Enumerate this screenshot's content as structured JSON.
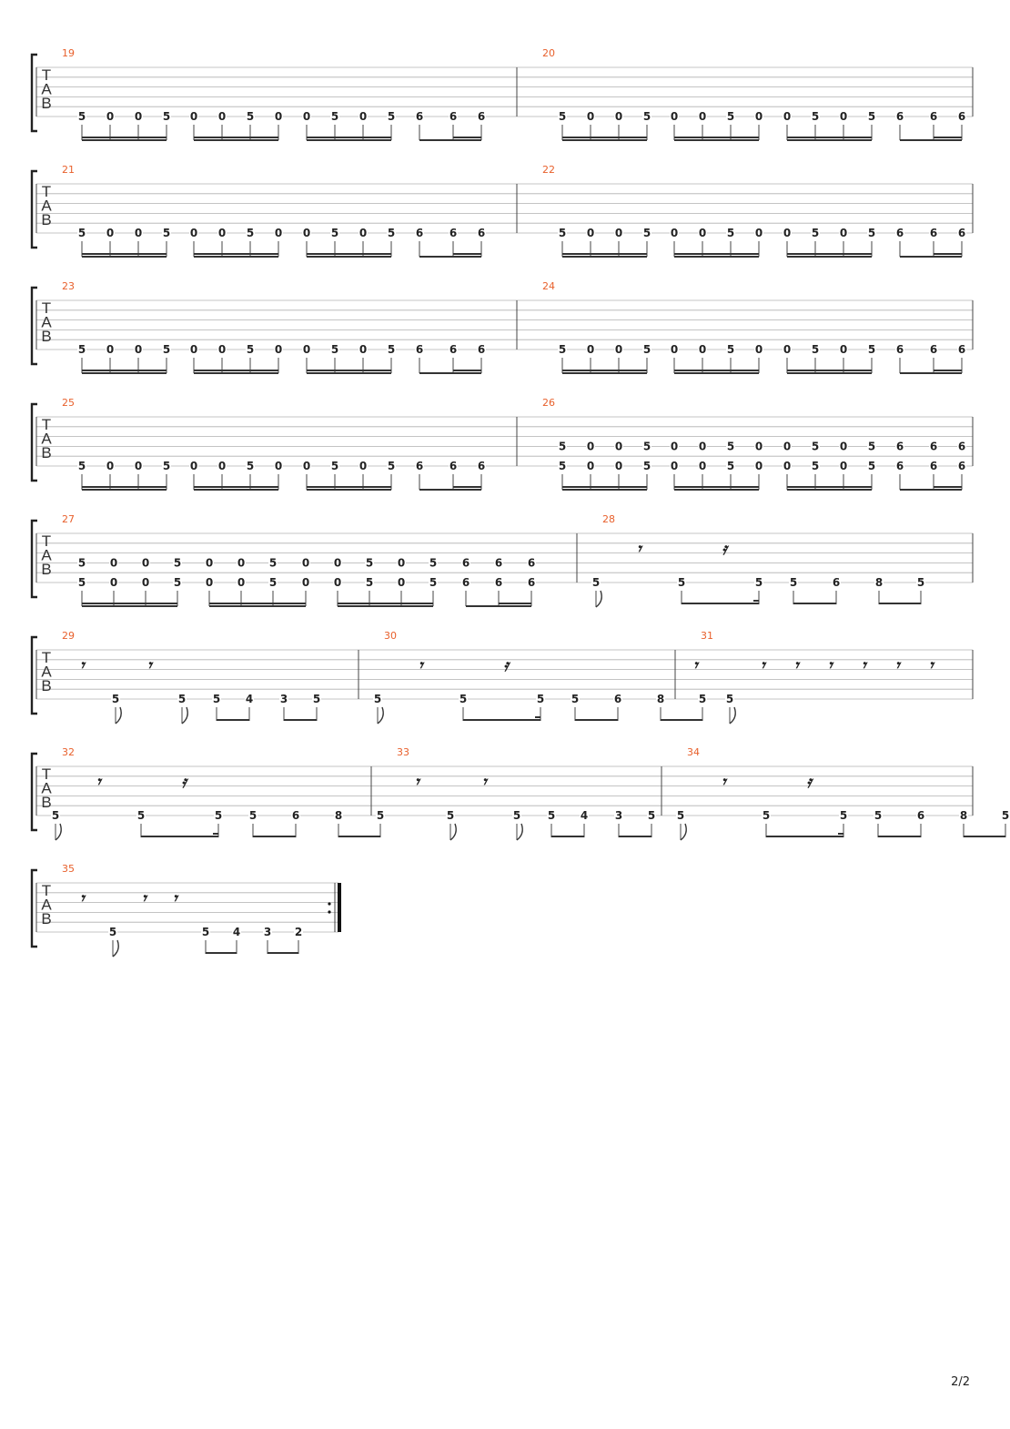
{
  "page": {
    "page_number": "2/2"
  },
  "tab_clef": [
    "T",
    "A",
    "B"
  ],
  "systems": [
    {
      "measures": [
        {
          "number": "19",
          "kind": "pattern_single"
        },
        {
          "number": "20",
          "kind": "pattern_single"
        }
      ]
    },
    {
      "measures": [
        {
          "number": "21",
          "kind": "pattern_single"
        },
        {
          "number": "22",
          "kind": "pattern_single"
        }
      ]
    },
    {
      "measures": [
        {
          "number": "23",
          "kind": "pattern_single"
        },
        {
          "number": "24",
          "kind": "pattern_single"
        }
      ]
    },
    {
      "measures": [
        {
          "number": "25",
          "kind": "pattern_single"
        },
        {
          "number": "26",
          "kind": "pattern_double"
        }
      ]
    },
    {
      "measures": [
        {
          "number": "27",
          "kind": "pattern_double"
        },
        {
          "number": "28",
          "kind": "riff_a"
        }
      ]
    },
    {
      "measures": [
        {
          "number": "29",
          "kind": "riff_b",
          "frets": [
            "5",
            "5",
            "5",
            "4",
            "3",
            "5"
          ]
        },
        {
          "number": "30",
          "kind": "riff_a"
        },
        {
          "number": "31",
          "kind": "riff_c"
        }
      ]
    },
    {
      "measures": [
        {
          "number": "32",
          "kind": "riff_a"
        },
        {
          "number": "33",
          "kind": "riff_b",
          "frets": [
            "5",
            "5",
            "5",
            "4",
            "3",
            "5"
          ]
        },
        {
          "number": "34",
          "kind": "riff_a"
        }
      ]
    },
    {
      "measures": [
        {
          "number": "35",
          "kind": "riff_end",
          "frets": [
            "5",
            "5",
            "4",
            "3",
            "2"
          ]
        }
      ]
    }
  ],
  "patterns": {
    "sixteenth_run": [
      "5",
      "0",
      "0",
      "5",
      "0",
      "0",
      "5",
      "0",
      "0",
      "5",
      "0",
      "5",
      "6",
      "6",
      "6"
    ],
    "riff_a": [
      "5",
      "5",
      "5",
      "5",
      "6",
      "8",
      "5"
    ],
    "riff_c": [
      "5"
    ]
  }
}
